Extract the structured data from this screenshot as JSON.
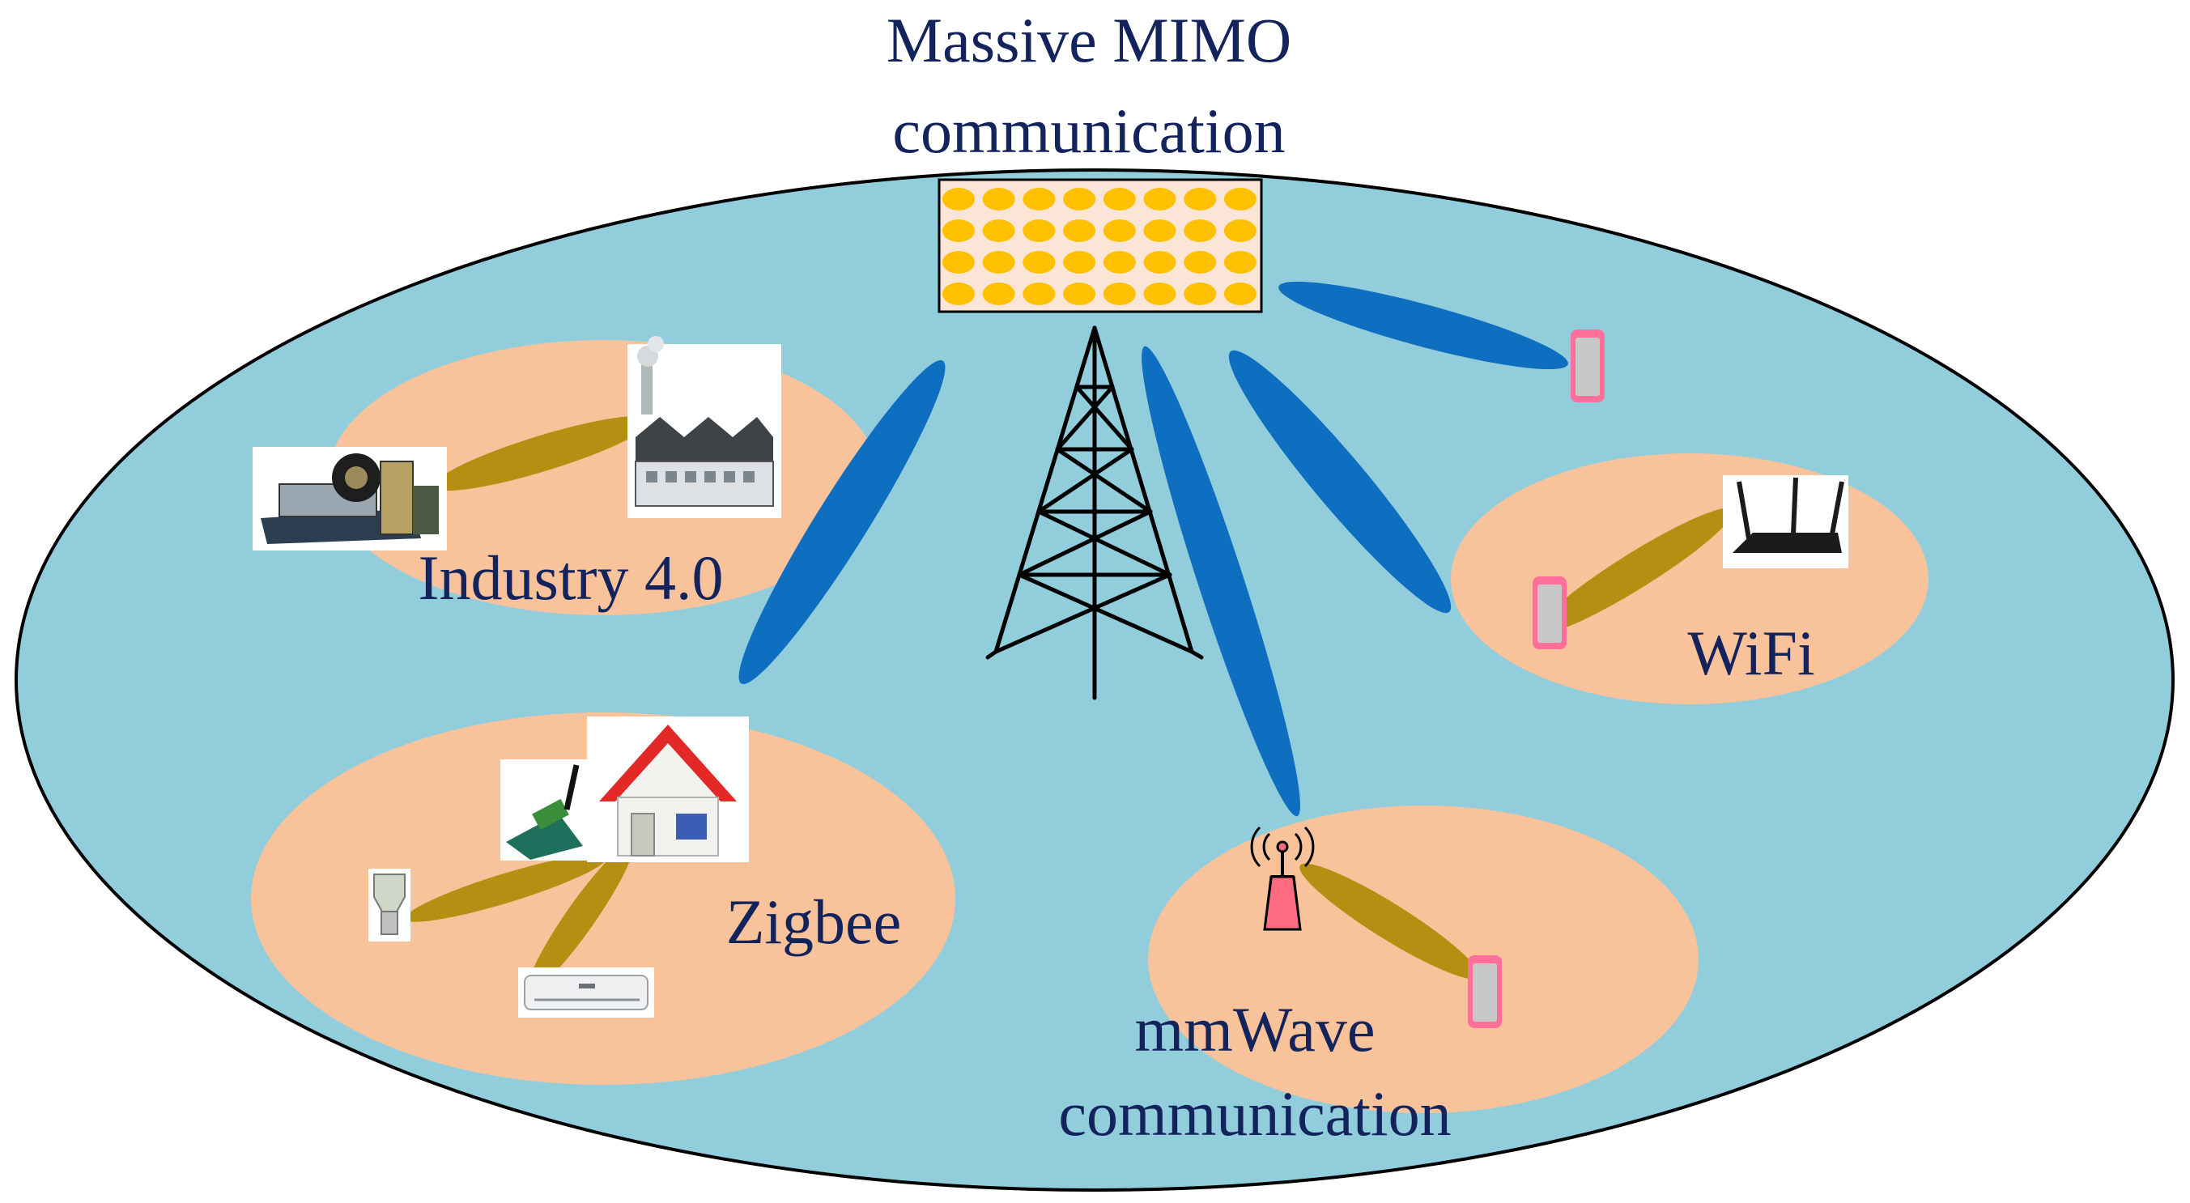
{
  "title": {
    "line1": "Massive MIMO",
    "line2": "communication"
  },
  "zones": {
    "industry": {
      "label": "Industry 4.0"
    },
    "zigbee": {
      "label": "Zigbee"
    },
    "wifi": {
      "label": "WiFi"
    },
    "mmwave": {
      "line1": "mmWave",
      "line2": "communication"
    }
  },
  "colors": {
    "cell": "#92cddc",
    "zone": "#f8c29b",
    "beam_blue": "#0e6ec0",
    "beam_gold": "#b58f12",
    "antenna_elem": "#ffc000",
    "antenna_bg": "#fbe5d6",
    "phone": "#ff6f9a",
    "text": "#13235b"
  }
}
